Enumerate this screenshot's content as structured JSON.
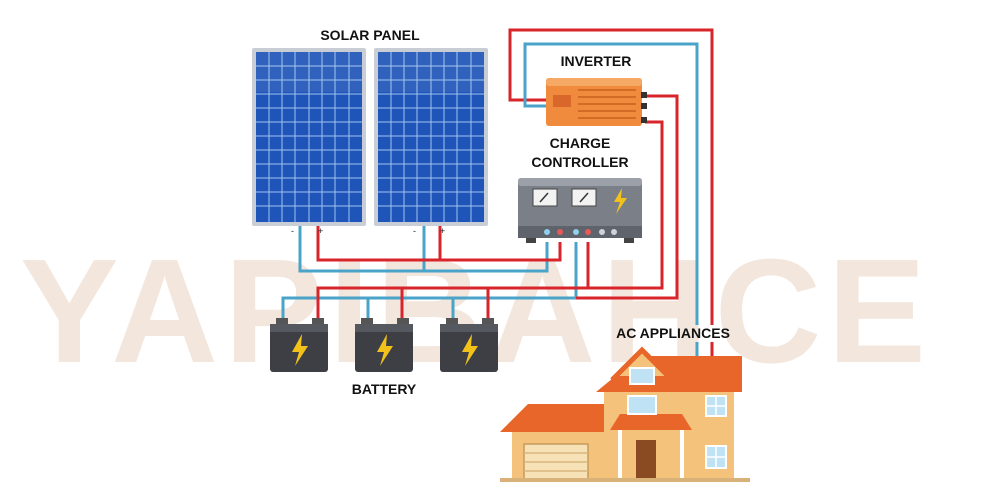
{
  "labels": {
    "solar_panel": "SOLAR PANEL",
    "inverter": "INVERTER",
    "charge_controller_line1": "CHARGE",
    "charge_controller_line2": "CONTROLLER",
    "battery": "BATTERY",
    "ac_appliances": "AC APPLIANCES"
  },
  "watermark": "YAPIBAHCE",
  "terminals": {
    "negative": "-",
    "positive": "+"
  },
  "icons": {
    "solar_panel": "solar-panel-icon",
    "inverter": "inverter-icon",
    "charge_controller": "charge-controller-icon",
    "battery": "battery-icon",
    "lightning": "lightning-bolt-icon",
    "house": "house-icon"
  },
  "colors": {
    "positive_wire": "#d8242b",
    "negative_wire": "#4aa3c8",
    "panel_cell": "#1f55b8",
    "panel_frame": "#c9ced6",
    "inverter_body": "#f08a3c",
    "controller_body": "#7a7f88",
    "battery_body": "#3d3f44",
    "bolt": "#f2c21b",
    "roof": "#e8662a",
    "wall": "#f4c27a"
  }
}
